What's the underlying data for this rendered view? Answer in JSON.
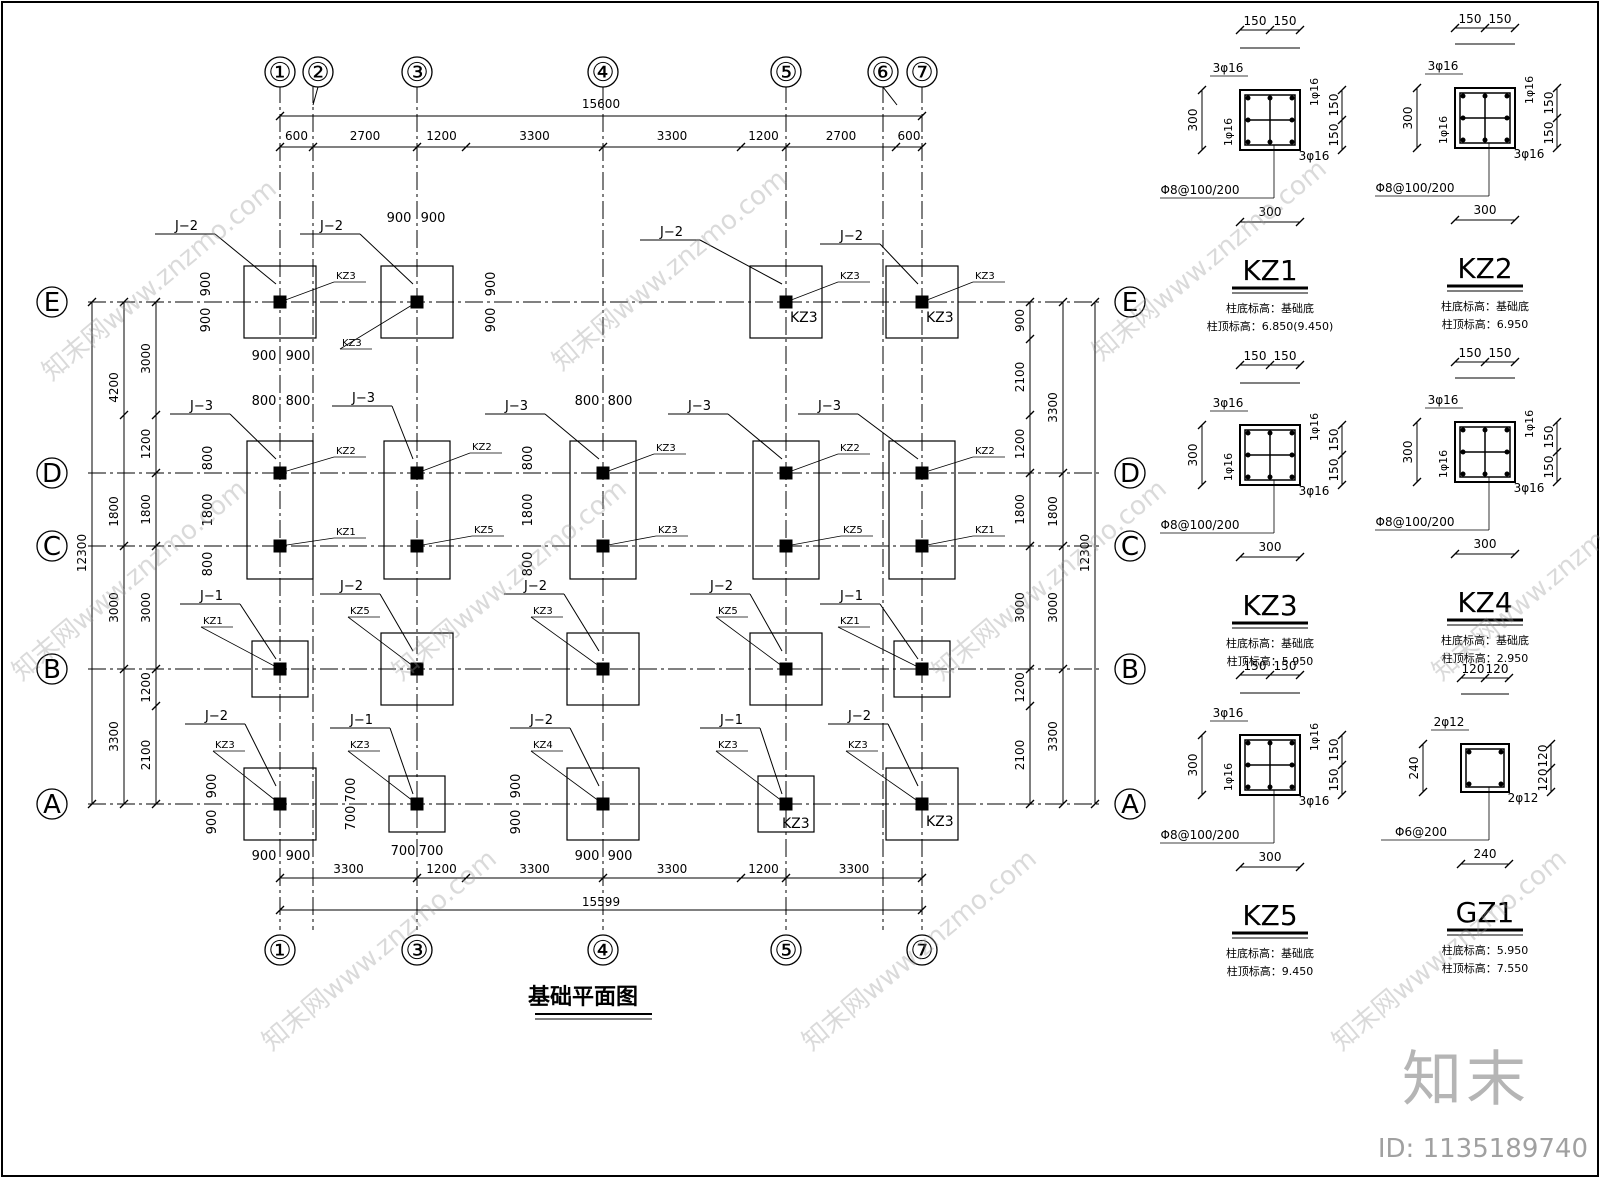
{
  "title": "基础平面图",
  "axes_top": [
    "①",
    "②",
    "③",
    "④",
    "⑤",
    "⑥",
    "⑦"
  ],
  "axes_bottom": [
    "①",
    "③",
    "④",
    "⑤",
    "⑦"
  ],
  "axes_rows": [
    "E",
    "D",
    "C",
    "B",
    "A"
  ],
  "dims_top_total": "15600",
  "dims_top_segments": [
    "600",
    "2700",
    "1200",
    "3300",
    "3300",
    "1200",
    "2700",
    "600"
  ],
  "dims_bottom_total": "15599",
  "dims_bottom_segments": [
    "3300",
    "1200",
    "3300",
    "3300",
    "1200",
    "3300"
  ],
  "dims_left_total": "12300",
  "dims_left_outer": [
    "4200",
    "1800",
    "3000",
    "3300"
  ],
  "dims_left_inner": [
    "3000",
    "1200",
    "1800",
    "3000",
    "1200",
    "2100"
  ],
  "dims_right_total": "12300",
  "dims_right_outer": [
    "3300",
    "1800",
    "3000",
    "3300"
  ],
  "dims_right_inner": [
    "900",
    "2100",
    "1200",
    "1800",
    "3000",
    "1200",
    "2100"
  ],
  "footing_labels": {
    "j1": "J−1",
    "j2": "J−2",
    "j3": "J−3"
  },
  "column_labels": {
    "kz1": "KZ1",
    "kz2": "KZ2",
    "kz3": "KZ3",
    "kz4": "KZ4",
    "kz5": "KZ5"
  },
  "footing_dims": {
    "d900": "900",
    "d800": "800",
    "d1800": "1800",
    "d700": "700"
  },
  "sections": [
    {
      "name": "KZ1",
      "top_bar": "3φ16",
      "bottom_bar": "3φ16",
      "side_bar": "1φ16",
      "side_bar2": "1φ16",
      "stirrup": "Φ8@100/200",
      "w": "300",
      "h": "300",
      "top_dims": [
        "150",
        "150"
      ],
      "side_dims": [
        "150",
        "150"
      ],
      "base_label": "柱底标高：基础底",
      "top_label": "柱顶标高：6.850(9.450)"
    },
    {
      "name": "KZ2",
      "top_bar": "3φ16",
      "bottom_bar": "3φ16",
      "side_bar": "1φ16",
      "side_bar2": "1φ16",
      "stirrup": "Φ8@100/200",
      "w": "300",
      "h": "300",
      "top_dims": [
        "150",
        "150"
      ],
      "side_dims": [
        "150",
        "150"
      ],
      "base_label": "柱底标高：基础底",
      "top_label": "柱顶标高：6.950"
    },
    {
      "name": "KZ3",
      "top_bar": "3φ16",
      "bottom_bar": "3φ16",
      "side_bar": "1φ16",
      "side_bar2": "1φ16",
      "stirrup": "Φ8@100/200",
      "w": "300",
      "h": "300",
      "top_dims": [
        "150",
        "150"
      ],
      "side_dims": [
        "150",
        "150"
      ],
      "base_label": "柱底标高：基础底",
      "top_label": "柱顶标高：5.950"
    },
    {
      "name": "KZ4",
      "top_bar": "3φ16",
      "bottom_bar": "3φ16",
      "side_bar": "1φ16",
      "side_bar2": "1φ16",
      "stirrup": "Φ8@100/200",
      "w": "300",
      "h": "300",
      "top_dims": [
        "150",
        "150"
      ],
      "side_dims": [
        "150",
        "150"
      ],
      "base_label": "柱底标高：基础底",
      "top_label": "柱顶标高：2.950"
    },
    {
      "name": "KZ5",
      "top_bar": "3φ16",
      "bottom_bar": "3φ16",
      "side_bar": "1φ16",
      "side_bar2": "1φ16",
      "stirrup": "Φ8@100/200",
      "w": "300",
      "h": "300",
      "top_dims": [
        "150",
        "150"
      ],
      "side_dims": [
        "150",
        "150"
      ],
      "base_label": "柱底标高：基础底",
      "top_label": "柱顶标高：9.450"
    },
    {
      "name": "GZ1",
      "top_bar": "2φ12",
      "bottom_bar": "2φ12",
      "side_bar": "",
      "side_bar2": "",
      "stirrup": "Φ6@200",
      "w": "240",
      "h": "240",
      "top_dims": [
        "120",
        "120"
      ],
      "side_dims": [
        "120",
        "120"
      ],
      "base_label": "柱底标高：5.950",
      "top_label": "柱顶标高：7.550"
    }
  ],
  "watermark": "知末网www.znzmo.com",
  "logo": "知末",
  "id_label": "ID: 1135189740"
}
